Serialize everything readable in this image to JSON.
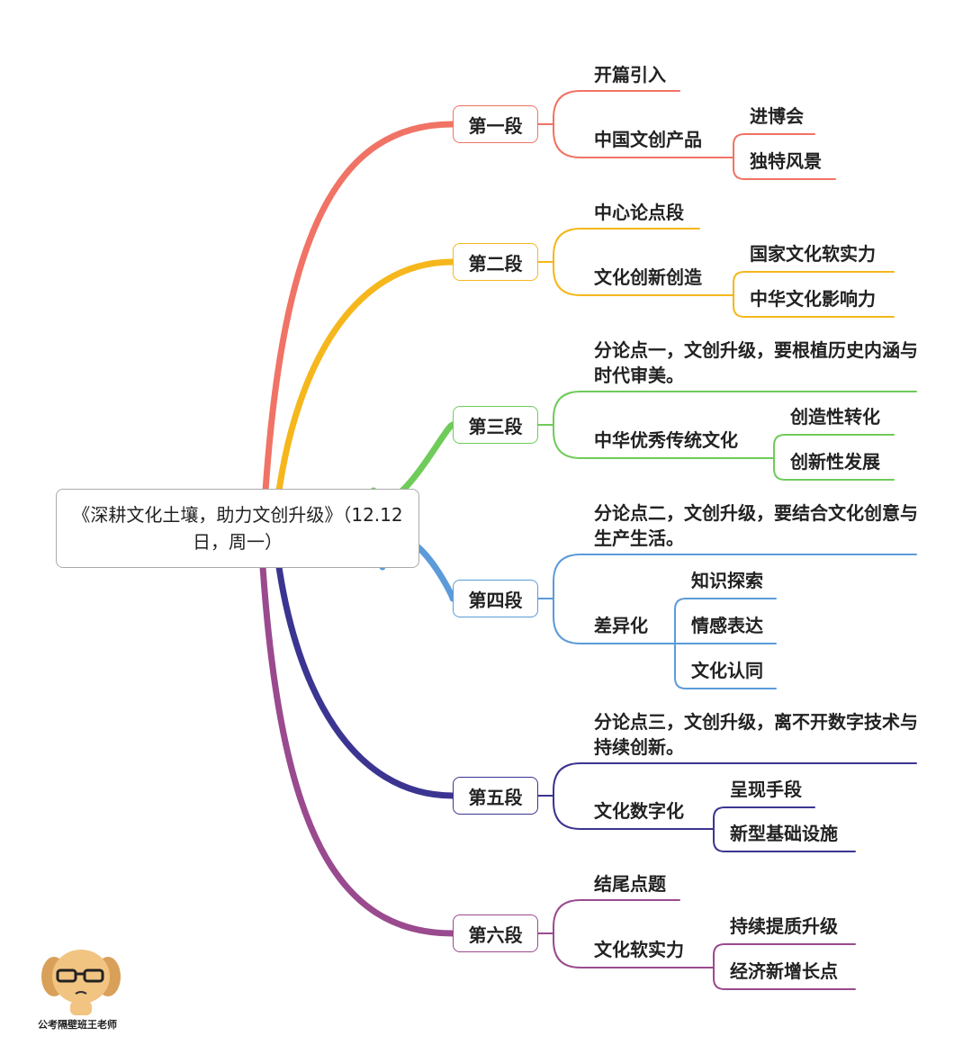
{
  "root": {
    "title": "《深耕文化土壤，助力文创升级》（12.12日，周一）"
  },
  "colors": [
    "#f07365",
    "#f5b71c",
    "#6fcb5a",
    "#5b9bd9",
    "#3b3591",
    "#9a4a8e"
  ],
  "branches": [
    {
      "label": "第一段",
      "children": [
        {
          "label": "开篇引入"
        },
        {
          "label": "中国文创产品",
          "children": [
            "进博会",
            "独特风景"
          ]
        }
      ]
    },
    {
      "label": "第二段",
      "children": [
        {
          "label": "中心论点段"
        },
        {
          "label": "文化创新创造",
          "children": [
            "国家文化软实力",
            "中华文化影响力"
          ]
        }
      ]
    },
    {
      "label": "第三段",
      "children": [
        {
          "label": "分论点一，文创升级，要根植历史内涵与时代审美。"
        },
        {
          "label": "中华优秀传统文化",
          "children": [
            "创造性转化",
            "创新性发展"
          ]
        }
      ]
    },
    {
      "label": "第四段",
      "children": [
        {
          "label": "分论点二，文创升级，要结合文化创意与生产生活。"
        },
        {
          "label": "差异化",
          "children": [
            "知识探索",
            "情感表达",
            "文化认同"
          ]
        }
      ]
    },
    {
      "label": "第五段",
      "children": [
        {
          "label": "分论点三，文创升级，离不开数字技术与持续创新。"
        },
        {
          "label": "文化数字化",
          "children": [
            "呈现手段",
            "新型基础设施"
          ]
        }
      ]
    },
    {
      "label": "第六段",
      "children": [
        {
          "label": "结尾点题"
        },
        {
          "label": "文化软实力",
          "children": [
            "持续提质升级",
            "经济新增长点"
          ]
        }
      ]
    }
  ],
  "watermark": "公考隔壁班王老师"
}
